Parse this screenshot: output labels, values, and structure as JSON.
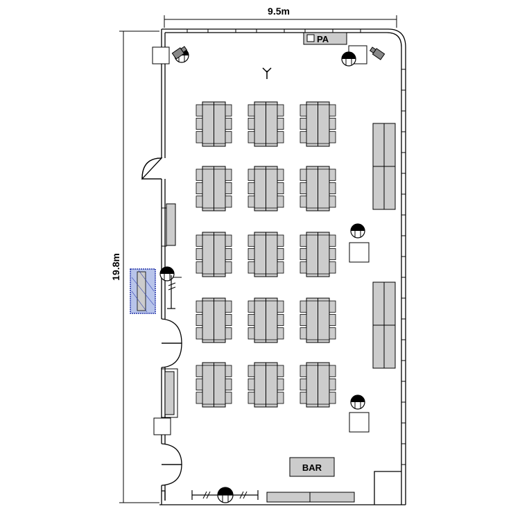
{
  "dimensions": {
    "width_label": "9.5m",
    "length_label": "19.8m"
  },
  "labels": {
    "pa": "PA",
    "bar": "BAR"
  },
  "layout": {
    "table_columns": 3,
    "table_rows": 5,
    "chairs_per_side": 3
  },
  "colors": {
    "furniture_fill": "#cccccc",
    "line": "#000000",
    "selected_fill": "#b8c4ea",
    "selected_border": "#2233aa"
  },
  "icons": {
    "speaker": "speaker-icon",
    "camera": "camera-icon",
    "antenna": "antenna-icon",
    "mic_stand": "mic-stand-icon"
  }
}
